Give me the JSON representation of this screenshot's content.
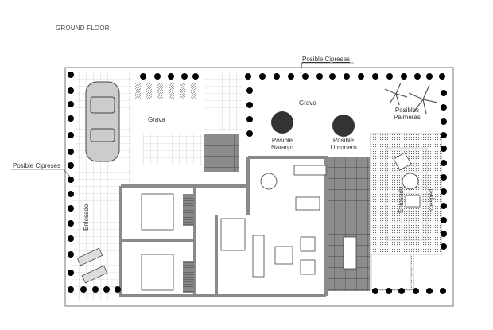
{
  "title": "GROUND FLOOR",
  "labels": {
    "cipreses_top": "Posible Cipreses",
    "cipreses_left": "Posible Cipreses",
    "grava_left": "Grava",
    "grava_right": "Grava",
    "naranjo_1": "Posible",
    "naranjo_2": "Naranjo",
    "limonero_1": "Posible",
    "limonero_2": "Limonero",
    "palmeras_1": "Posibles",
    "palmeras_2": "Palmeras",
    "enlosado_left": "Enlosado",
    "enlosado_right": "Enlosado",
    "cesped": "Cesped"
  },
  "colors": {
    "wall": "#8a8a8a",
    "dark_tile": "#8c8c8c",
    "line": "#555555",
    "tree": "#000000"
  }
}
